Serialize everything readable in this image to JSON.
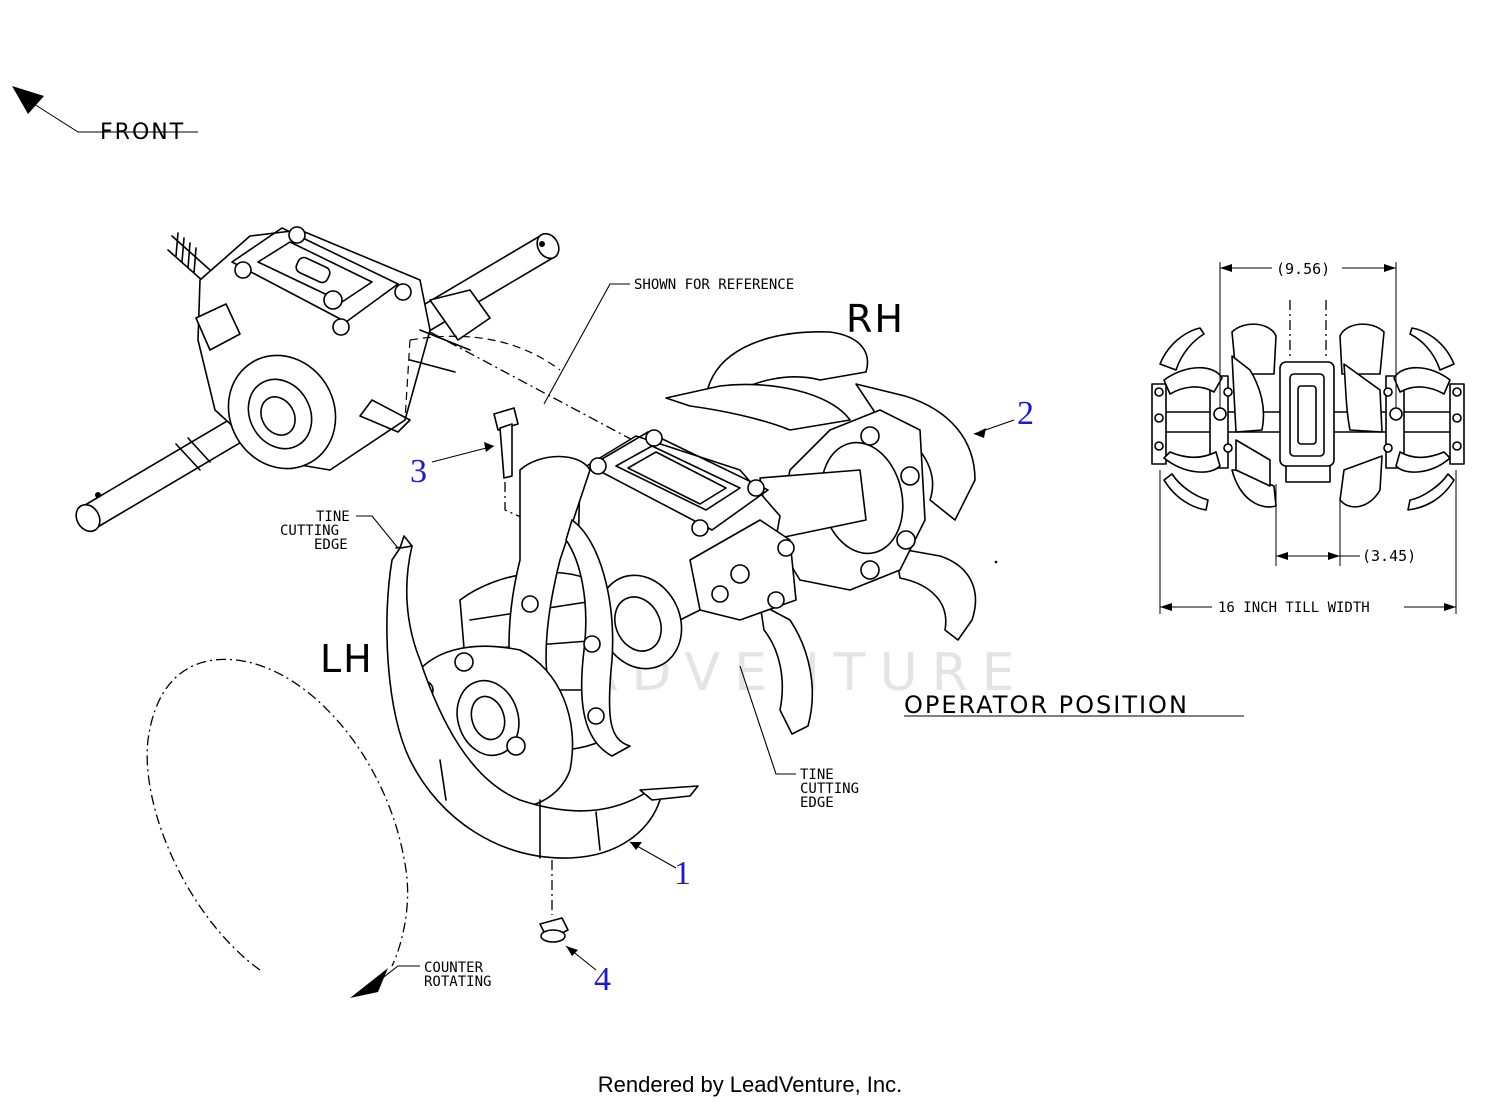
{
  "labels": {
    "front": "FRONT",
    "shown_for_reference": "SHOWN FOR REFERENCE",
    "rh": "RH",
    "lh": "LH",
    "tine_cutting_edge_left": [
      "TINE",
      "CUTTING",
      "EDGE"
    ],
    "tine_cutting_edge_right": [
      "TINE",
      "CUTTING",
      "EDGE"
    ],
    "operator_position": "OPERATOR POSITION",
    "counter_rotating": [
      "COUNTER",
      "ROTATING"
    ],
    "dim_width_top": "(9.56)",
    "dim_width_bottom": "(3.45)",
    "till_width": "16 INCH TILL WIDTH",
    "watermark": "LEADVENTURE"
  },
  "callouts": {
    "part_1": "1",
    "part_2": "2",
    "part_3": "3",
    "part_4": "4"
  },
  "footer": "Rendered by LeadVenture, Inc.",
  "colors": {
    "line": "#000000",
    "callout": "#1a1ad6",
    "watermark": "#e4e4e4"
  }
}
